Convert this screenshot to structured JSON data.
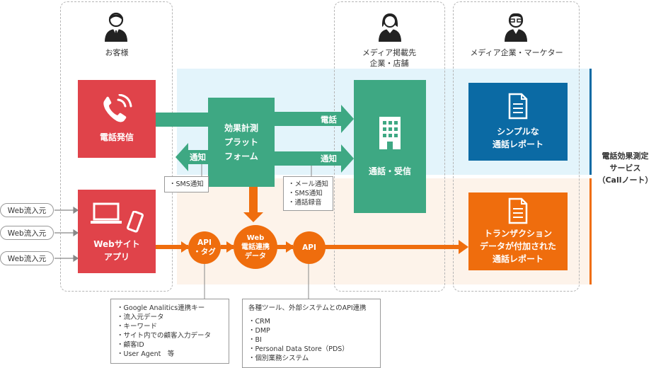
{
  "colors": {
    "red": "#e0434a",
    "green": "#3ea883",
    "blue": "#0b6aa4",
    "orange": "#ef6d0d",
    "band_blue": "#e3f4fb",
    "band_peach": "#fdf3ea"
  },
  "lanes": {
    "customer": "お客様",
    "media_site": "メディア掲載先\n企業・店舗",
    "marketer": "メディア企業・マーケター"
  },
  "icons": [
    "person-icon",
    "woman-icon",
    "man-glasses-icon",
    "phone-ringing-icon",
    "laptop-icon",
    "smartphone-icon",
    "building-icon",
    "document-icon"
  ],
  "boxes": {
    "phone_call": "電話発信",
    "web_app": "Webサイト\nアプリ",
    "platform": "効果計測\nプラット\nフォーム",
    "receive": "通話・受信",
    "simple_report": "シンプルな\n通話レポート",
    "transaction_report": "トランザクション\nデータが付加された\n通話レポート"
  },
  "arrows": {
    "call": "電話",
    "notify_right": "通知",
    "notify_left": "通知"
  },
  "circles": {
    "api_tag": "API\n・タグ",
    "web_call": "Web\n電話連携\nデータ",
    "api": "API"
  },
  "web_inflow": [
    "Web流入元",
    "Web流入元",
    "Web流入元"
  ],
  "notes": {
    "sms_notice": "・SMS通知",
    "media_notice": [
      "メール通知",
      "SMS通知",
      "通話録音"
    ],
    "tag_data": [
      "Google Analitics連携キー",
      "流入元データ",
      "キーワード",
      "サイト内での顧客入力データ",
      "顧客ID",
      "User Agent　等"
    ],
    "api_title": "各種ツール、外部システムとのAPI連携",
    "api_items": [
      "CRM",
      "DMP",
      "BI",
      "Personal Data Store（PDS）",
      "個別業務システム"
    ]
  },
  "service": "電話効果測定\nサービス\n（Callノート）"
}
